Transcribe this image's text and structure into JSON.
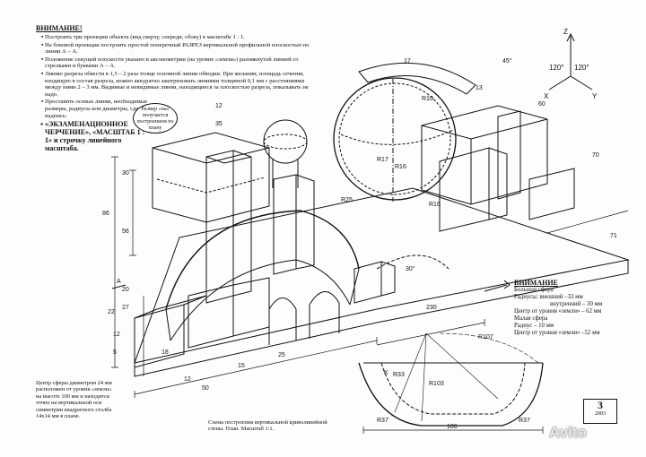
{
  "notes": {
    "title": "ВНИМАНИЕ!",
    "items": [
      "Построить три проекции объекта (вид сверху, спереди, сбоку) в масштабе 1 : 1.",
      "На боковой проекции построить простой поперечный РАЗРЕЗ вертикальной профильной плоскостью по линии А – А.",
      "Положение секущей плоскости указано в аксонометрии (на уровне «земли») разомкнутой линией со стрелками и буквами А – А.",
      "Линию разреза обвести в 1,5 – 2 раза толще основной линии обводки. При желании, площадь сечения, входящую в состав разреза, можно аккуратно заштриховать линиями толщиной 0,1 мм с расстояниями между ними 2 – 3 мм. Видимые и невидимые линии, находящиеся за плоскостью разреза, показывать не надо.",
      "Проставить осевые линии, необходимые размеры, радиусы или диаметры, сделать надпись:",
      "«ЭКЗАМЕНАЦИОННОЕ ЧЕРЧЕНИЕ», «МАСШТАБ 1 : 1» и строчку линейного масштаба."
    ]
  },
  "callout": "Размер «на» получается построением по плану",
  "attention": {
    "title": "ВНИМАНИЕ",
    "big_sphere": "Большая сфера",
    "radii_outer": "Радиусы: внешний –33 мм",
    "radii_inner": "внутренний – 30 мм",
    "center_big": "Центр от уровня «земли» – 62 мм",
    "small_sphere": "Малая сфера",
    "radius_small": "Радиус – 10 мм",
    "center_small": "Центр от уровня «земли» –52 мм"
  },
  "sphere_note": "Центр сферы диаметром 24 мм расположен от уровня «земли» на высоте 100 мм и находится точно на вертикальной оси симметрии квадратного столба 14х14 мм в плане.",
  "scheme_caption": "Схема построения вертикальной криволинейной стены. План. Масштаб 1:1.",
  "stamp": {
    "number": "3",
    "year": "2003"
  },
  "watermark": "Avito",
  "axes": {
    "z": "Z",
    "x": "X",
    "y": "Y",
    "angle1": "120°",
    "angle2": "120°"
  },
  "dims": {
    "d86": "86",
    "d56": "56",
    "d30": "30",
    "d20": "20",
    "d22": "22",
    "d27": "27",
    "d12a": "12",
    "d12b": "12",
    "d12c": "12",
    "d5": "5",
    "d18": "18",
    "d15": "15",
    "d25": "25",
    "d50": "50",
    "d230": "230",
    "d70": "70",
    "d71": "71",
    "d35": "35",
    "d17": "17",
    "d13": "13",
    "d60": "60",
    "d45": "45°",
    "d30deg": "30°",
    "r10": "R10",
    "r17": "R17",
    "r16a": "R16",
    "r16b": "R16",
    "r25": "R25",
    "r107": "R107",
    "r103": "R103",
    "r33": "R33",
    "r37a": "R37",
    "r37b": "R37",
    "d106": "106",
    "k": "K",
    "a": "A"
  },
  "colors": {
    "ink": "#111111",
    "paper": "#fdfdfd"
  }
}
